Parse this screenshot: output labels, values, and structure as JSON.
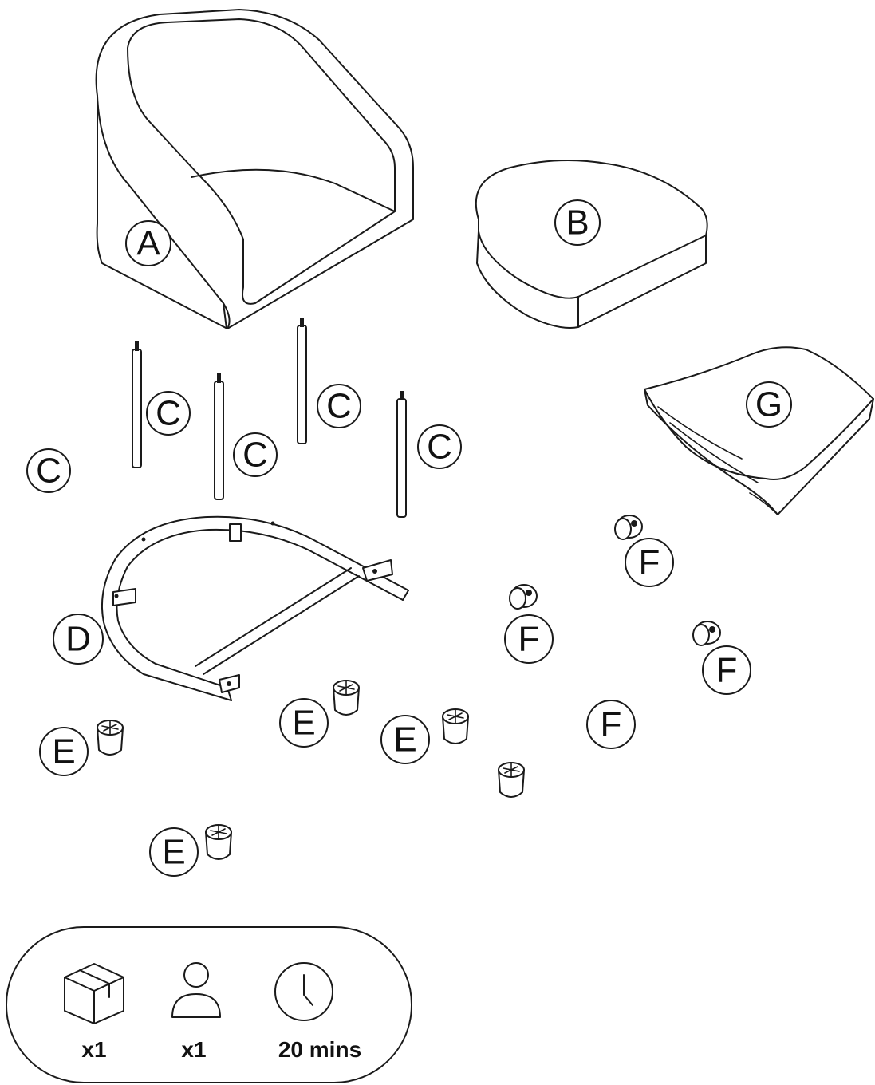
{
  "parts": [
    {
      "id": "A",
      "label": "A"
    },
    {
      "id": "B",
      "label": "B"
    },
    {
      "id": "C",
      "label": "C"
    },
    {
      "id": "D",
      "label": "D"
    },
    {
      "id": "E",
      "label": "E"
    },
    {
      "id": "F",
      "label": "F"
    },
    {
      "id": "G",
      "label": "G"
    }
  ],
  "labels": {
    "A": "A",
    "B": "B",
    "C1": "C",
    "C2": "C",
    "C3": "C",
    "C4": "C",
    "C5": "C",
    "D": "D",
    "E1": "E",
    "E2": "E",
    "E3": "E",
    "E4": "E",
    "F1": "F",
    "F2": "F",
    "F3": "F",
    "F4": "F",
    "G": "G"
  },
  "info": {
    "boxes_icon": "box-icon",
    "boxes_count": "x1",
    "people_icon": "person-icon",
    "people_count": "x1",
    "time_icon": "clock-icon",
    "time_value": "20 mins"
  }
}
